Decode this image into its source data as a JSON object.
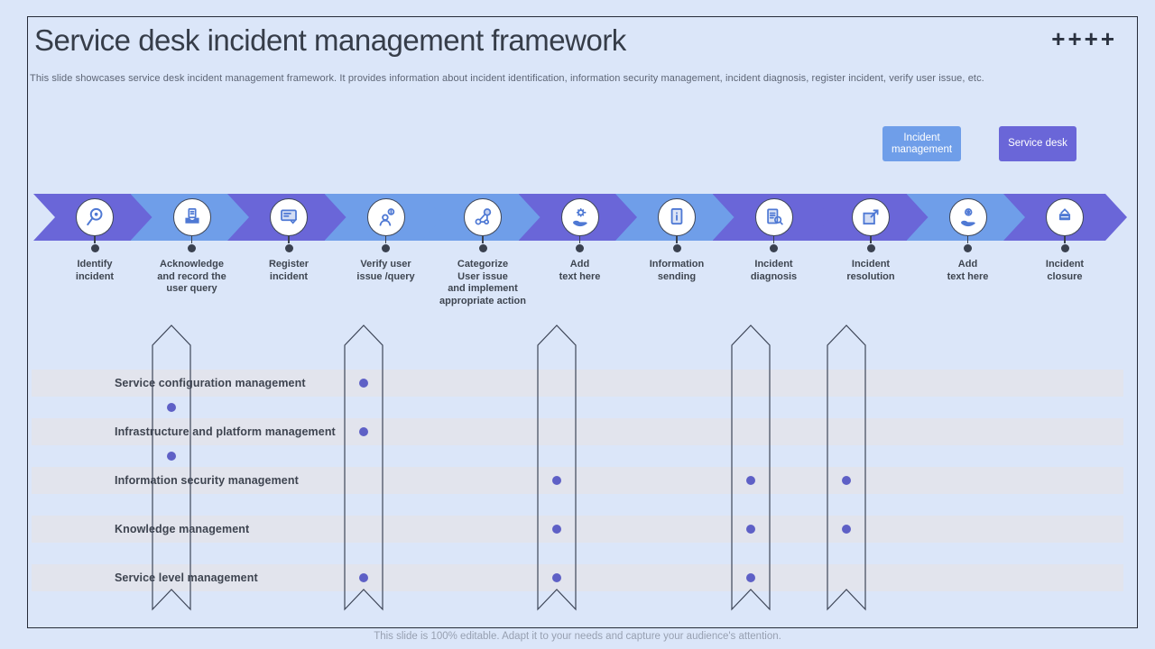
{
  "slide": {
    "title": "Service desk incident management framework",
    "decoration": "++++",
    "subtitle": "This slide showcases service desk incident management framework. It provides information about incident identification, information security management, incident diagnosis, register incident, verify user issue, etc.",
    "footer": "This slide is 100% editable. Adapt it to your needs and capture your audience's attention."
  },
  "colors": {
    "incident_management": "#6f9ee9",
    "service_desk": "#6a66d8",
    "dot": "#5e60c6",
    "row_band": "#e2e4ed",
    "background": "#dbe6f9",
    "outline": "#3e4657"
  },
  "legend": [
    {
      "label": "Incident management",
      "track": "incident_management",
      "color": "#6f9ee9"
    },
    {
      "label": "Service desk",
      "track": "service_desk",
      "color": "#6a66d8"
    }
  ],
  "process": {
    "steps": [
      {
        "label": "Identify\nincident",
        "icon": "search-icon",
        "track": "service_desk"
      },
      {
        "label": "Acknowledge\nand record the\nuser query",
        "icon": "document-tray-icon",
        "track": "incident_management"
      },
      {
        "label": "Register\nincident",
        "icon": "register-form-icon",
        "track": "service_desk"
      },
      {
        "label": "Verify user\nissue /query",
        "icon": "verify-user-icon",
        "track": "incident_management"
      },
      {
        "label": "Categorize\nUser issue\nand implement\nappropriate action",
        "icon": "share-nodes-icon",
        "track": "incident_management"
      },
      {
        "label": "Add\ntext here",
        "icon": "hand-gear-icon",
        "track": "service_desk"
      },
      {
        "label": "Information\nsending",
        "icon": "info-document-icon",
        "track": "incident_management"
      },
      {
        "label": "Incident\ndiagnosis",
        "icon": "diagnosis-clipboard-icon",
        "track": "service_desk"
      },
      {
        "label": "Incident\nresolution",
        "icon": "expand-square-icon",
        "track": "service_desk"
      },
      {
        "label": "Add\ntext here",
        "icon": "hand-coin-icon",
        "track": "incident_management"
      },
      {
        "label": "Incident\nclosure",
        "icon": "closed-sign-icon",
        "track": "service_desk"
      }
    ]
  },
  "matrix": {
    "rows": [
      "Service configuration management",
      "Infrastructure and platform management",
      "Information security management",
      "Knowledge management",
      "Service level management"
    ],
    "highlight_column_count": 5,
    "dots": [
      {
        "col": 2,
        "row": 1
      },
      {
        "col": 1,
        "row": 1.5
      },
      {
        "col": 2,
        "row": 2
      },
      {
        "col": 1,
        "row": 2.5
      },
      {
        "col": 3,
        "row": 3
      },
      {
        "col": 4,
        "row": 3
      },
      {
        "col": 5,
        "row": 3
      },
      {
        "col": 3,
        "row": 4
      },
      {
        "col": 4,
        "row": 4
      },
      {
        "col": 5,
        "row": 4
      },
      {
        "col": 2,
        "row": 5
      },
      {
        "col": 3,
        "row": 5
      },
      {
        "col": 4,
        "row": 5
      }
    ]
  }
}
